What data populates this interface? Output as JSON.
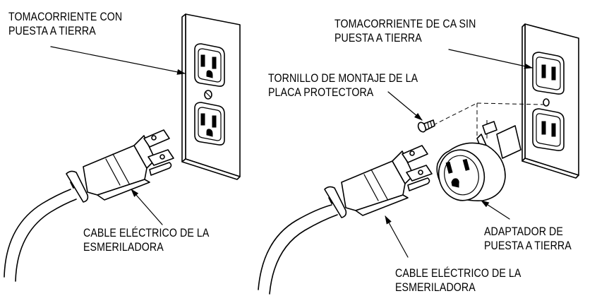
{
  "labels": {
    "grounded_outlet": [
      "TOMACORRIENTE CON",
      "PUESTA A TIERRA"
    ],
    "ungrounded_outlet": [
      "TOMACORRIENTE DE CA SIN",
      "PUESTA A TIERRA"
    ],
    "mounting_screw": [
      "TORNILLO DE MONTAJE DE LA",
      "PLACA PROTECTORA"
    ],
    "grinder_cord_left": [
      "CABLE ELÉCTRICO DE LA",
      "ESMERILADORA"
    ],
    "grounding_adapter": [
      "ADAPTADOR DE",
      "PUESTA A TIERRA"
    ],
    "grinder_cord_right": [
      "CABLE ELÉCTRICO DE LA",
      "ESMERILADORA"
    ]
  }
}
